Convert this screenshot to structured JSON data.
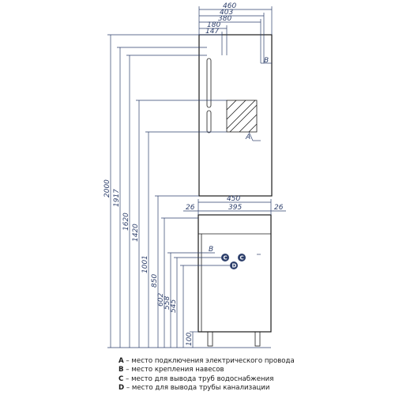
{
  "dimensions": {
    "top_widths": [
      "460",
      "403",
      "380",
      "180",
      "147"
    ],
    "vertical": [
      "2000",
      "1917",
      "1620",
      "1420",
      "1001",
      "850",
      "602",
      "558",
      "545",
      "100"
    ],
    "base_widths": {
      "total": "450",
      "inner": "395",
      "left_offset": "26",
      "right_offset": "26"
    }
  },
  "markers": {
    "A": "A",
    "B_upper": "B",
    "B_lower": "B",
    "C_left": "C",
    "C_right": "C",
    "D": "D"
  },
  "legend": [
    {
      "key": "A",
      "text": "– место подключения электрического провода"
    },
    {
      "key": "B",
      "text": "– место крепления навесов"
    },
    {
      "key": "C",
      "text": "– место для вывода труб водоснабжения"
    },
    {
      "key": "D",
      "text": "– место для вывода трубы канализации"
    }
  ]
}
